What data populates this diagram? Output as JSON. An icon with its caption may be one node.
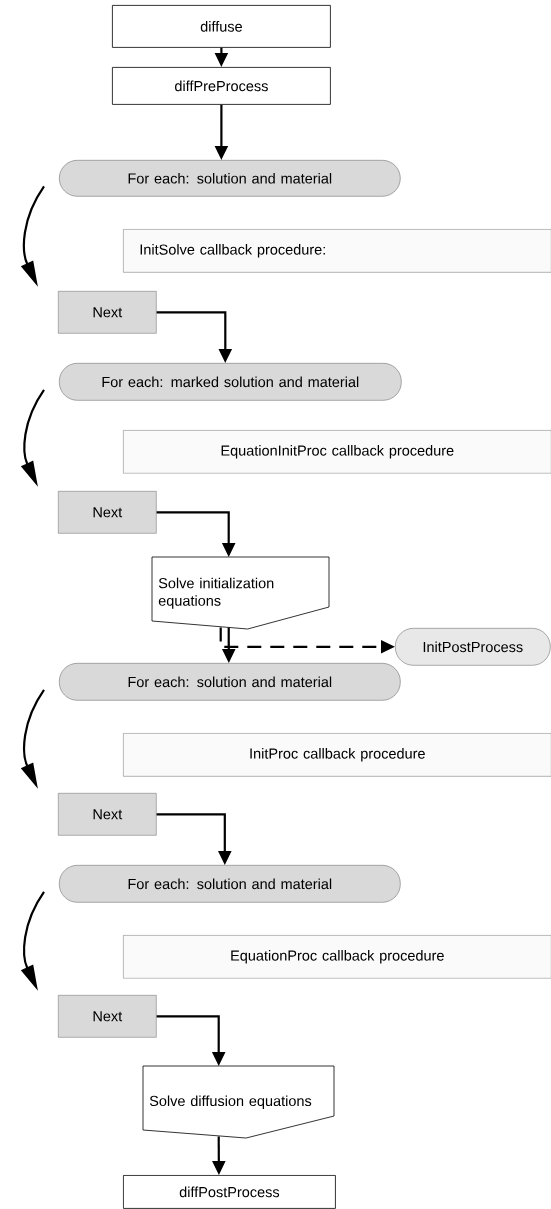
{
  "diagram": {
    "nodes": [
      {
        "text": [
          "diffuse"
        ]
      },
      {
        "text": [
          "diffPreProcess"
        ]
      },
      {
        "text": [
          "For each: solution and material"
        ]
      },
      {
        "text": [
          "InitSolve callback procedure:"
        ]
      },
      {
        "text": [
          "Next"
        ]
      },
      {
        "text": [
          "For each: marked solution and material"
        ]
      },
      {
        "text": [
          "EquationInitProc callback procedure"
        ]
      },
      {
        "text": [
          "Next"
        ]
      },
      {
        "text": [
          "Solve initialization equations"
        ]
      },
      {
        "text": [
          "InitPostProcess"
        ]
      },
      {
        "text": [
          "For each: solution and material"
        ]
      },
      {
        "text": [
          "InitProc callback procedure"
        ]
      },
      {
        "text": [
          "Next"
        ]
      },
      {
        "text": [
          "For each: solution and material"
        ]
      },
      {
        "text": [
          "EquationProc callback procedure"
        ]
      },
      {
        "text": [
          "Next"
        ]
      },
      {
        "text": [
          "Solve diffusion equations"
        ]
      },
      {
        "text": [
          "diffPostProcess"
        ]
      }
    ],
    "edges": [
      {
        "from": 0,
        "to": 1,
        "arrow": "to"
      },
      {
        "from": 1,
        "to": 2,
        "arrow": "to"
      },
      {
        "from": 2,
        "to": 4,
        "arrow": "to"
      },
      {
        "from": 4,
        "to": 5,
        "arrow": "to"
      },
      {
        "from": 5,
        "to": 7,
        "arrow": "to"
      },
      {
        "from": 7,
        "to": 8,
        "arrow": "to"
      },
      {
        "from": 8,
        "to": 10,
        "arrow": "to"
      },
      {
        "from": 8,
        "to": 9,
        "arrow": "to",
        "style": "dashed"
      },
      {
        "from": 10,
        "to": 12,
        "arrow": "to"
      },
      {
        "from": 12,
        "to": 13,
        "arrow": "to"
      },
      {
        "from": 13,
        "to": 15,
        "arrow": "to"
      },
      {
        "from": 15,
        "to": 16,
        "arrow": "to"
      },
      {
        "from": 16,
        "to": 17,
        "arrow": "to"
      }
    ]
  }
}
